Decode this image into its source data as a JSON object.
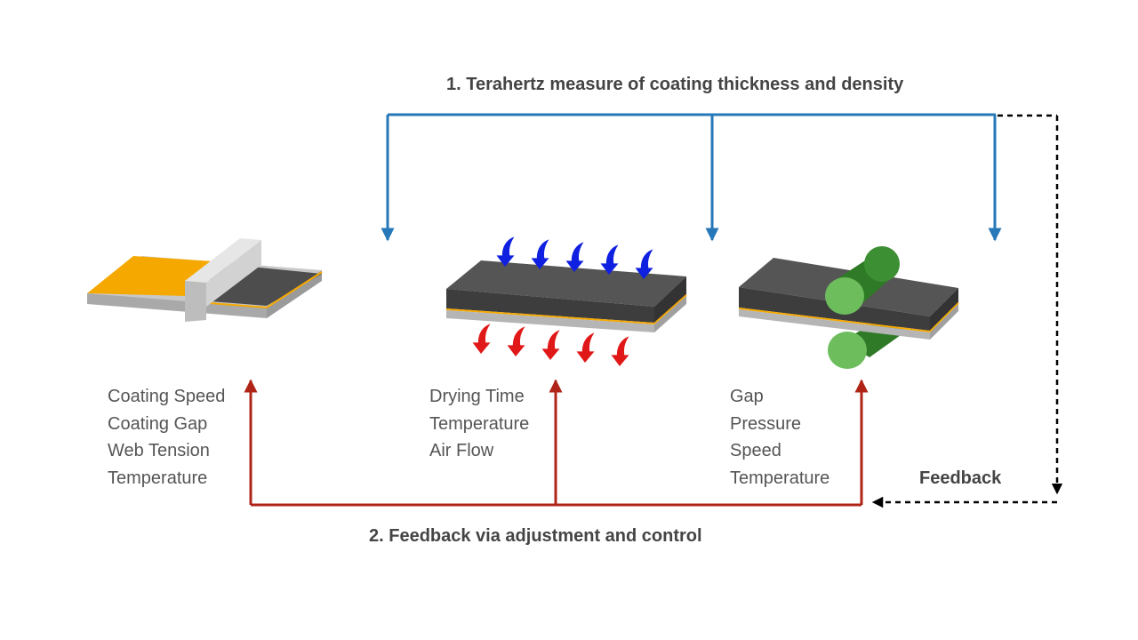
{
  "title_top": "1. Terahertz measure of coating thickness and density",
  "title_bottom": "2. Feedback via adjustment and control",
  "feedback_label": "Feedback",
  "stages": [
    {
      "name": "coating",
      "params": [
        "Coating Speed",
        "Coating Gap",
        "Web Tension",
        "Temperature"
      ]
    },
    {
      "name": "drying",
      "params": [
        "Drying Time",
        "Temperature",
        "Air Flow"
      ]
    },
    {
      "name": "calendering",
      "params": [
        "Gap",
        "Pressure",
        "Speed",
        "Temperature"
      ]
    }
  ],
  "colors": {
    "measure_line": "#2678b8",
    "control_line": "#b02418",
    "feedback_dashed": "#000000",
    "coating_slurry": "#f5a800",
    "electrode": "#4d4d4d",
    "foil": "#b0b0b0",
    "roller": "#3d8f34",
    "hot_air": "#e01818",
    "exhaust": "#1020e0"
  }
}
